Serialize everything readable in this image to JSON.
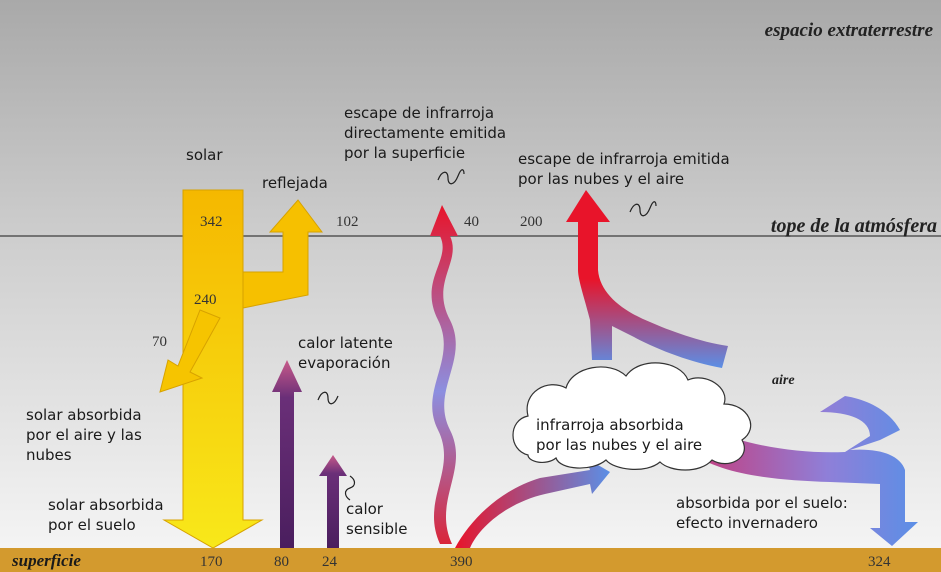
{
  "labels": {
    "space": "espacio extraterrestre",
    "top_atmosphere": "tope de la atmósfera",
    "surface": "superficie",
    "solar": "solar",
    "reflected": "reflejada",
    "ir_surface": [
      "escape de infrarroja",
      "directamente emitida",
      "por la superficie"
    ],
    "ir_clouds": [
      "escape de infrarroja emitida",
      "por las nubes y el aire"
    ],
    "latent_heat": [
      "calor latente",
      "evaporación"
    ],
    "absorbed_air": [
      "solar absorbida",
      "por el aire y las",
      "nubes"
    ],
    "absorbed_surface": [
      "solar absorbida",
      "por el suelo"
    ],
    "sensible_heat": [
      "calor",
      "sensible"
    ],
    "ir_absorbed": [
      "infrarroja absorbida",
      "por las nubes y el aire"
    ],
    "air": "aire",
    "greenhouse": [
      "absorbida por el suelo:",
      "efecto invernadero"
    ]
  },
  "values": {
    "solar_in": "342",
    "solar_after": "240",
    "reflected": "102",
    "ir_direct": "40",
    "ir_atmosphere": "200",
    "absorbed_air": "70",
    "absorbed_surface": "170",
    "latent": "80",
    "sensible": "24",
    "surface_emission": "390",
    "back_radiation": "324"
  },
  "colors": {
    "solar": "#f6c800",
    "heat": "#5b2a6b",
    "ir_red": "#e8142a",
    "ir_blue": "#5b8fe6",
    "ground": "#d39a2e"
  }
}
